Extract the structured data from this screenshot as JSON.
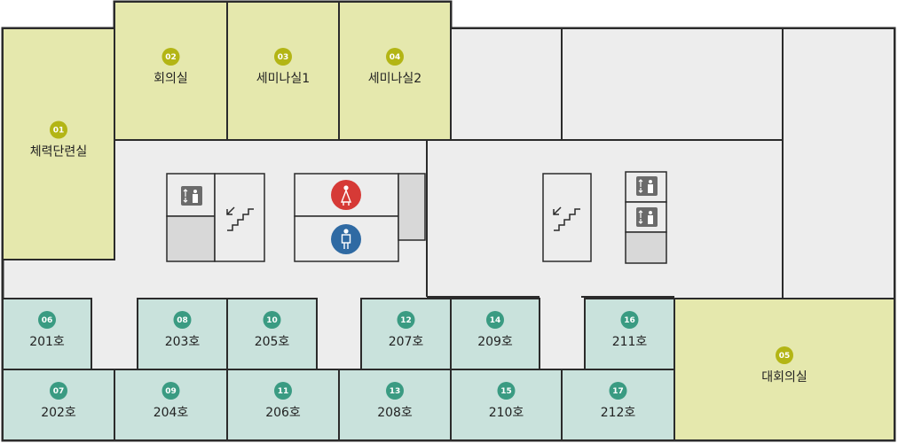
{
  "floor": {
    "colors": {
      "wall": "#2b2b2b",
      "corridor": "#ededed",
      "facility": "#e5e8ad",
      "lecture_room": "#c9e2dc",
      "facility_badge": "#b3b515",
      "lecture_badge": "#3a9b82",
      "women_restroom": "#d63a36",
      "men_restroom": "#2f6aa3",
      "elevator_icon": "#6b6b6b",
      "empty_room": "#ededed",
      "fixture": "#d8d8d8"
    },
    "rooms": [
      {
        "id": "r01",
        "number": "01",
        "name": "체력단련실",
        "type": "facility"
      },
      {
        "id": "r02",
        "number": "02",
        "name": "회의실",
        "type": "facility"
      },
      {
        "id": "r03",
        "number": "03",
        "name": "세미나실1",
        "type": "facility"
      },
      {
        "id": "r04",
        "number": "04",
        "name": "세미나실2",
        "type": "facility"
      },
      {
        "id": "r05",
        "number": "05",
        "name": "대회의실",
        "type": "facility"
      },
      {
        "id": "r06",
        "number": "06",
        "name": "201호",
        "type": "lecture_room"
      },
      {
        "id": "r07",
        "number": "07",
        "name": "202호",
        "type": "lecture_room"
      },
      {
        "id": "r08",
        "number": "08",
        "name": "203호",
        "type": "lecture_room"
      },
      {
        "id": "r09",
        "number": "09",
        "name": "204호",
        "type": "lecture_room"
      },
      {
        "id": "r10",
        "number": "10",
        "name": "205호",
        "type": "lecture_room"
      },
      {
        "id": "r11",
        "number": "11",
        "name": "206호",
        "type": "lecture_room"
      },
      {
        "id": "r12",
        "number": "12",
        "name": "207호",
        "type": "lecture_room"
      },
      {
        "id": "r13",
        "number": "13",
        "name": "208호",
        "type": "lecture_room"
      },
      {
        "id": "r14",
        "number": "14",
        "name": "209호",
        "type": "lecture_room"
      },
      {
        "id": "r15",
        "number": "15",
        "name": "210호",
        "type": "lecture_room"
      },
      {
        "id": "r16",
        "number": "16",
        "name": "211호",
        "type": "lecture_room"
      },
      {
        "id": "r17",
        "number": "17",
        "name": "212호",
        "type": "lecture_room"
      }
    ],
    "icons": [
      "elevator-icon",
      "stairs-icon",
      "women-restroom-icon",
      "men-restroom-icon"
    ]
  }
}
